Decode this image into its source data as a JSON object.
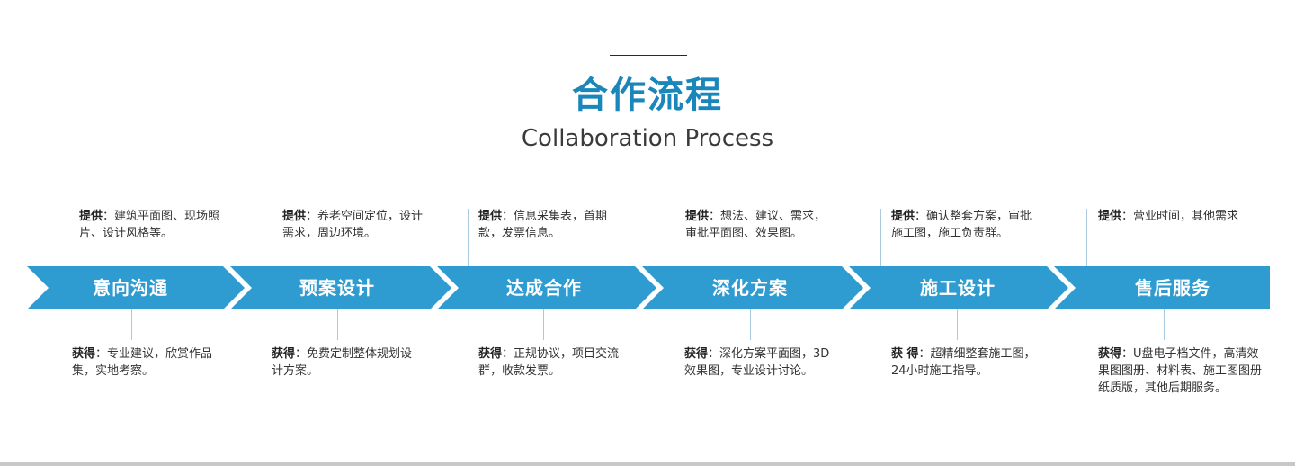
{
  "header": {
    "title_cn": "合作流程",
    "title_en": "Collaboration Process"
  },
  "colors": {
    "accent": "#2f9cd1",
    "title": "#1a86ba",
    "connector": "#a9cbe0"
  },
  "steps": [
    {
      "name": "意向沟通",
      "provide_label": "提供",
      "provide_text": "：建筑平面图、现场照片、设计风格等。",
      "obtain_label": "获得",
      "obtain_text": "：专业建议，欣赏作品集，实地考察。"
    },
    {
      "name": "预案设计",
      "provide_label": "提供",
      "provide_text": "：养老空间定位，设计需求，周边环境。",
      "obtain_label": "获得",
      "obtain_text": "：免费定制整体规划设计方案。"
    },
    {
      "name": "达成合作",
      "provide_label": "提供",
      "provide_text": "：信息采集表，首期款，发票信息。",
      "obtain_label": "获得",
      "obtain_text": "：正规协议，项目交流群，收款发票。"
    },
    {
      "name": "深化方案",
      "provide_label": "提供",
      "provide_text": "：想法、建议、需求，审批平面图、效果图。",
      "obtain_label": "获得",
      "obtain_text": "：深化方案平面图，3D效果图，专业设计讨论。"
    },
    {
      "name": "施工设计",
      "provide_label": "提供",
      "provide_text": "：确认整套方案，审批施工图，施工负责群。",
      "obtain_label": "获 得",
      "obtain_text": "：超精细整套施工图，24小时施工指导。"
    },
    {
      "name": "售后服务",
      "provide_label": "提供",
      "provide_text": "：营业时间，其他需求",
      "obtain_label": "获得",
      "obtain_text": "：U盘电子档文件，高清效果图图册、材料表、施工图图册纸质版，其他后期服务。"
    }
  ]
}
